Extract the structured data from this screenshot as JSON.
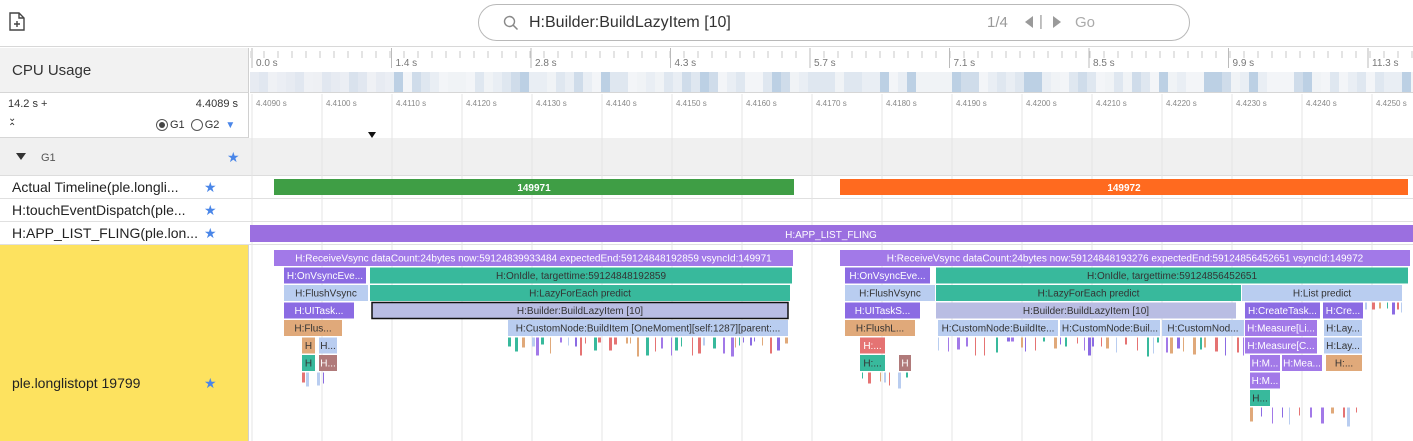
{
  "search": {
    "value": "H:Builder:BuildLazyItem [10]",
    "count": "1/4",
    "separator": "|",
    "go_label": "Go"
  },
  "cpu_usage_label": "CPU Usage",
  "overview_ticks": [
    "0.0 s",
    "1.4 s",
    "2.8 s",
    "4.3 s",
    "5.7 s",
    "7.1 s",
    "8.5 s",
    "9.9 s",
    "11.3 s"
  ],
  "range": {
    "start": "14.2 s +",
    "end": "4.4089 s"
  },
  "radio_options": [
    "G1",
    "G2"
  ],
  "detail_ticks": [
    "4.4090 s",
    "4.4100 s",
    "4.4110 s",
    "4.4120 s",
    "4.4130 s",
    "4.4140 s",
    "4.4150 s",
    "4.4160 s",
    "4.4170 s",
    "4.4180 s",
    "4.4190 s",
    "4.4200 s",
    "4.4210 s",
    "4.4220 s",
    "4.4230 s",
    "4.4240 s",
    "4.4250 s"
  ],
  "group": {
    "name": "G1"
  },
  "tracks": [
    {
      "label": "Actual Timeline(ple.longli..."
    },
    {
      "label": "H:touchEventDispatch(ple..."
    },
    {
      "label": "H:APP_LIST_FLING(ple.lon..."
    }
  ],
  "process_label": "ple.longlistopt 19799",
  "frames": [
    {
      "label": "149971",
      "color": "#3f9e45"
    },
    {
      "label": "149972",
      "color": "#ff6a1f"
    }
  ],
  "fling_label": "H:APP_LIST_FLING",
  "slices": [
    {
      "t": "H:ReceiveVsync dataCount:24bytes now:59124839933484 expectedEnd:59124848192859 vsyncId:149971",
      "c": "#a279e8"
    },
    {
      "t": "H:OnVsyncEve...",
      "c": "#8b6be3"
    },
    {
      "t": "H:OnIdle, targettime:59124848192859",
      "c": "#38b99c"
    },
    {
      "t": "H:FlushVsync",
      "c": "#b9cdf0"
    },
    {
      "t": "H:LazyForEach predict",
      "c": "#38b99c"
    },
    {
      "t": "H:UITask...",
      "c": "#8b6be3"
    },
    {
      "t": "H:Builder:BuildLazyItem [10]",
      "c": "#b9bde3"
    },
    {
      "t": "H:Flus...",
      "c": "#e0a97a"
    },
    {
      "t": "H:CustomNode:BuildItem [OneMoment][self:1287][parent:...",
      "c": "#b9cdf0"
    },
    {
      "t": "H",
      "c": "#e0a97a"
    },
    {
      "t": "H...",
      "c": "#b9cdf0"
    },
    {
      "t": "H",
      "c": "#38b99c"
    },
    {
      "t": "H...",
      "c": "#b07a7a"
    },
    {
      "t": "H:ReceiveVsync dataCount:24bytes now:59124848193276 expectedEnd:59124856452651 vsyncId:149972",
      "c": "#a279e8"
    },
    {
      "t": "H:OnVsyncEve...",
      "c": "#8b6be3"
    },
    {
      "t": "H:OnIdle, targettime:59124856452651",
      "c": "#38b99c"
    },
    {
      "t": "H:FlushVsync",
      "c": "#b9cdf0"
    },
    {
      "t": "H:LazyForEach predict",
      "c": "#38b99c"
    },
    {
      "t": "H:List predict",
      "c": "#b9cdf0"
    },
    {
      "t": "H:UITaskS...",
      "c": "#8b6be3"
    },
    {
      "t": "H:Builder:BuildLazyItem [10]",
      "c": "#b9bde3"
    },
    {
      "t": "H:CreateTask...",
      "c": "#8b6be3"
    },
    {
      "t": "H:Cre...",
      "c": "#8b6be3"
    },
    {
      "t": "H:FlushL...",
      "c": "#e0a97a"
    },
    {
      "t": "H:CustomNode:BuildIte...",
      "c": "#b9cdf0"
    },
    {
      "t": "H:CustomNode:Buil...",
      "c": "#b9cdf0"
    },
    {
      "t": "H:CustomNod...",
      "c": "#b9cdf0"
    },
    {
      "t": "H:Measure[Li...",
      "c": "#a279e8"
    },
    {
      "t": "H:Lay...",
      "c": "#b9cdf0"
    },
    {
      "t": "H:...",
      "c": "#e57373"
    },
    {
      "t": "H:Measure[C...",
      "c": "#a279e8"
    },
    {
      "t": "H:Lay...",
      "c": "#b9cdf0"
    },
    {
      "t": "H:...",
      "c": "#38b99c"
    },
    {
      "t": "H",
      "c": "#b07a7a"
    },
    {
      "t": "H:M...",
      "c": "#a279e8"
    },
    {
      "t": "H:Mea...",
      "c": "#a279e8"
    },
    {
      "t": "H:...",
      "c": "#e0a97a"
    },
    {
      "t": "H:M...",
      "c": "#a279e8"
    },
    {
      "t": "H...",
      "c": "#38b99c"
    }
  ]
}
